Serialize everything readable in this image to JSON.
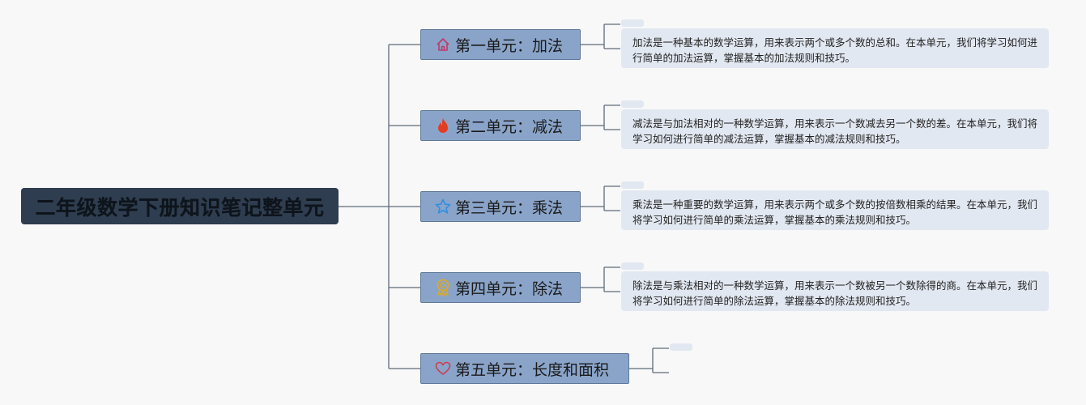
{
  "root": {
    "title": "二年级数学下册知识笔记整单元"
  },
  "branches": [
    {
      "label": "第一单元：加法",
      "icon": "home-icon",
      "color": "#c0396b",
      "note": "加法是一种基本的数学运算，用来表示两个或多个数的总和。在本单元，我们将学习如何进行简单的加法运算，掌握基本的加法规则和技巧。"
    },
    {
      "label": "第二单元：减法",
      "icon": "fire-icon",
      "color": "#e23d22",
      "note": "减法是与加法相对的一种数学运算，用来表示一个数减去另一个数的差。在本单元，我们将学习如何进行简单的减法运算，掌握基本的减法规则和技巧。"
    },
    {
      "label": "第三单元：乘法",
      "icon": "star-icon",
      "color": "#2f8fe0",
      "note": "乘法是一种重要的数学运算，用来表示两个或多个数的按倍数相乘的结果。在本单元，我们将学习如何进行简单的乘法运算，掌握基本的乘法规则和技巧。"
    },
    {
      "label": "第四单元：除法",
      "icon": "medal-icon",
      "color": "#d9a92b",
      "note": "除法是与乘法相对的一种数学运算，用来表示一个数被另一个数除得的商。在本单元，我们将学习如何进行简单的除法运算，掌握基本的除法规则和技巧。"
    },
    {
      "label": "第五单元：长度和面积",
      "icon": "heart-icon",
      "color": "#d23a4e",
      "note": ""
    }
  ]
}
